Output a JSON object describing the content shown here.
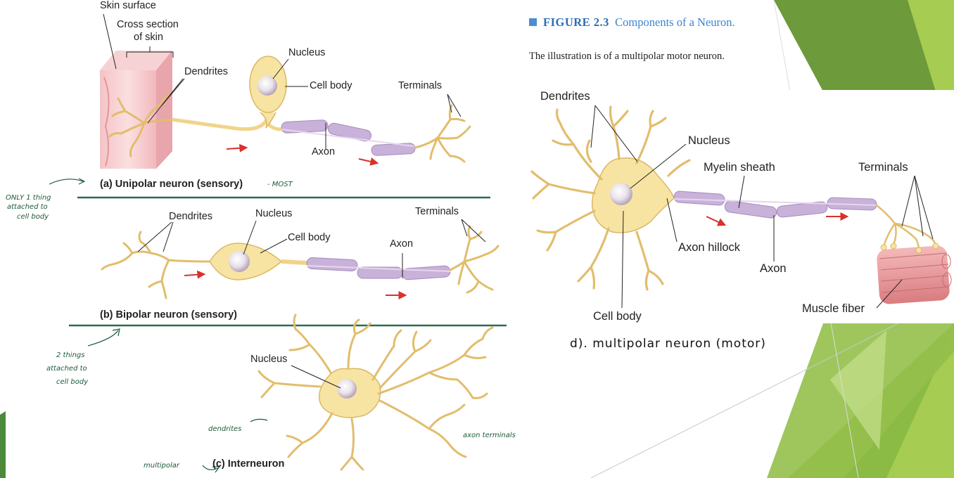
{
  "figure": {
    "number": "FIGURE 2.3",
    "name": "Components of a Neuron.",
    "caption": "The illustration is of a multipolar motor neuron."
  },
  "panel_a": {
    "skin_surface": "Skin surface",
    "cross_section_line1": "Cross section",
    "cross_section_line2": "of skin",
    "dendrites": "Dendrites",
    "nucleus": "Nucleus",
    "cell_body": "Cell body",
    "terminals": "Terminals",
    "axon": "Axon",
    "caption": "(a) Unipolar neuron (sensory)"
  },
  "panel_b": {
    "dendrites": "Dendrites",
    "nucleus": "Nucleus",
    "terminals": "Terminals",
    "cell_body": "Cell body",
    "axon": "Axon",
    "caption": "(b) Bipolar neuron (sensory)"
  },
  "panel_c": {
    "nucleus": "Nucleus",
    "caption": "(c) Interneuron"
  },
  "panel_d": {
    "dendrites": "Dendrites",
    "nucleus": "Nucleus",
    "myelin_sheath": "Myelin sheath",
    "terminals": "Terminals",
    "axon_hillock": "Axon hillock",
    "axon": "Axon",
    "cell_body": "Cell body",
    "muscle_fiber": "Muscle fiber"
  },
  "handwritten": {
    "only_line1": "ONLY 1 thing",
    "only_line2": "attached to",
    "only_line3": "cell body",
    "most": "- MOST",
    "two_line1": "2 things",
    "two_line2": "attached to",
    "two_line3": "cell body",
    "dendrites": "dendrites",
    "axon_terminals": "axon terminals",
    "multipolar": "multipolar",
    "motor": "d). multipolar neuron (motor)"
  },
  "colors": {
    "neuron_fill": "#f7e4a2",
    "neuron_stroke": "#dcb766",
    "myelin": "#c9b2d9",
    "arrow": "#d9322c",
    "divider": "#2d6b4e",
    "green_dark": "#6d9a3a",
    "green_light": "#a6cc52"
  }
}
